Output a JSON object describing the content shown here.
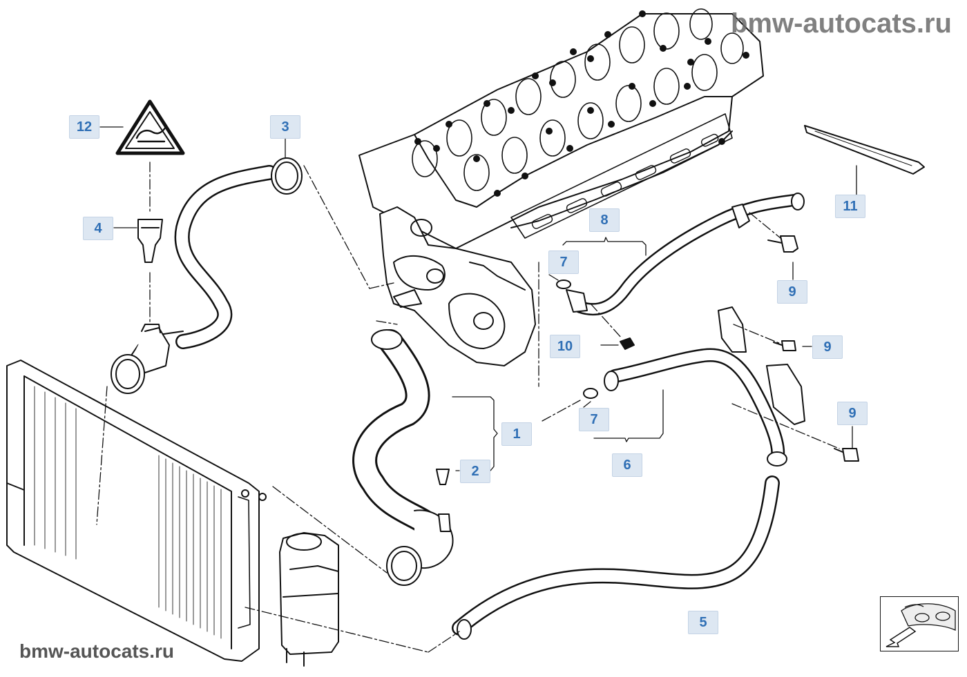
{
  "watermark": {
    "top": "bmw-autocats.ru",
    "bottom": "bmw-autocats.ru"
  },
  "callouts": {
    "c1": "1",
    "c2": "2",
    "c3": "3",
    "c4": "4",
    "c5": "5",
    "c6": "6",
    "c7a": "7",
    "c7b": "7",
    "c8": "8",
    "c9a": "9",
    "c9b": "9",
    "c9c": "9",
    "c10": "10",
    "c11": "11",
    "c12": "12"
  },
  "colors": {
    "callout_bg": "#dde7f2",
    "callout_text": "#2f6fb5",
    "line_art": "#111111"
  },
  "icons": {
    "warning": "hot-coolant-warning-icon",
    "nav": "vehicle-view-nav-icon"
  }
}
